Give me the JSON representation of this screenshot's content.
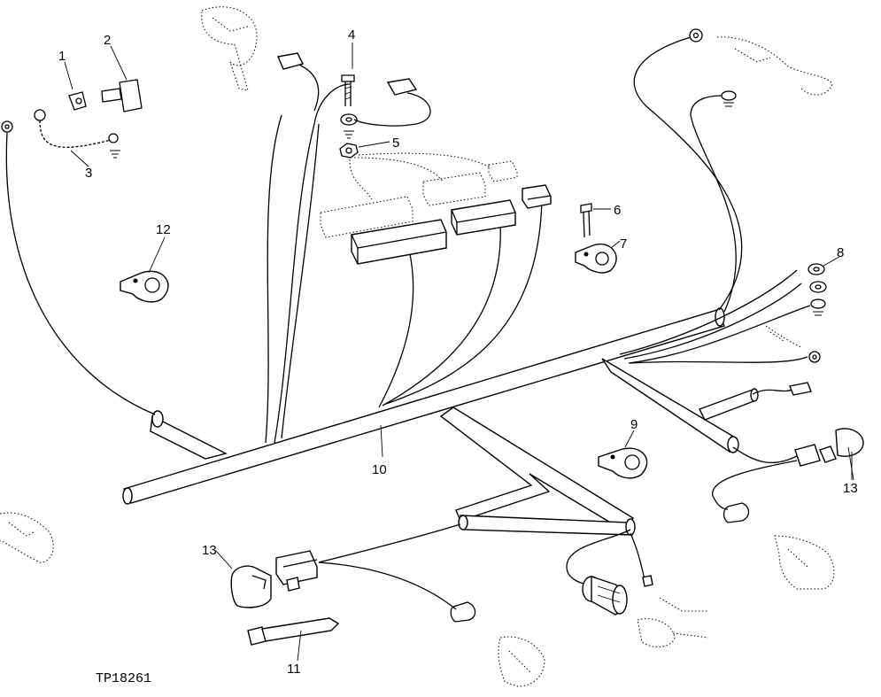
{
  "figure_id": "TP18261",
  "callouts": {
    "c1": "1",
    "c2": "2",
    "c3": "3",
    "c4": "4",
    "c5": "5",
    "c6": "6",
    "c7": "7",
    "c8": "8",
    "c9": "9",
    "c10": "10",
    "c11": "11",
    "c12": "12",
    "c13a": "13",
    "c13b": "13"
  }
}
